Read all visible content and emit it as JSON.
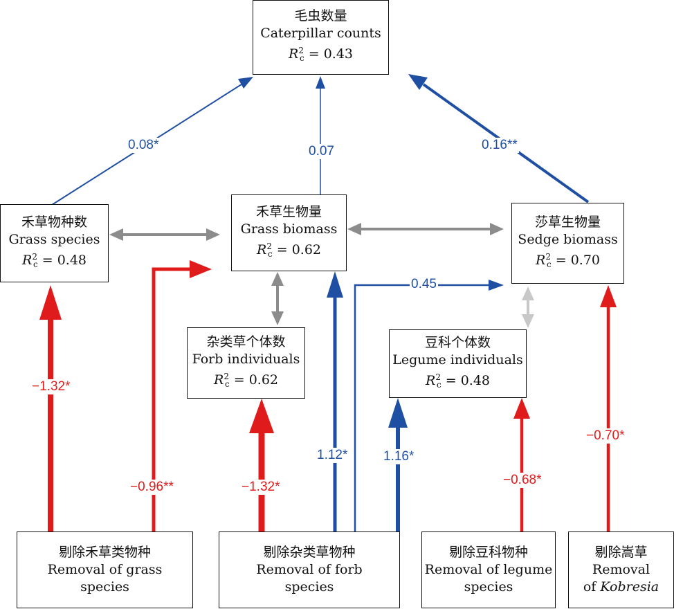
{
  "nodes": {
    "caterpillar": {
      "zh": "毛虫数量",
      "en": "Caterpillar counts",
      "r2": "0.43"
    },
    "grass_species": {
      "zh": "禾草物种数",
      "en": "Grass species",
      "r2": "0.48"
    },
    "grass_biomass": {
      "zh": "禾草生物量",
      "en": "Grass biomass",
      "r2": "0.62"
    },
    "sedge_biomass": {
      "zh": "莎草生物量",
      "en": "Sedge biomass",
      "r2": "0.70"
    },
    "forb_individuals": {
      "zh": "杂类草个体数",
      "en": "Forb individuals",
      "r2": "0.62"
    },
    "legume_individuals": {
      "zh": "豆科个体数",
      "en": "Legume individuals",
      "r2": "0.48"
    },
    "remove_grass": {
      "zh": "剔除禾草类物种",
      "en1": "Removal of grass",
      "en2": "species"
    },
    "remove_forb": {
      "zh": "剔除杂类草物种",
      "en1": "Removal of forb",
      "en2": "species"
    },
    "remove_legume": {
      "zh": "剔除豆科物种",
      "en1": "Removal of legume",
      "en2": "species"
    },
    "remove_kobresia": {
      "zh": "剔除嵩草",
      "en1": "Removal",
      "en2_prefix": "of ",
      "en2_italic": "Kobresia"
    }
  },
  "r2_symbol": "R",
  "r2_sub": "c",
  "r2_sup": "2",
  "r2_eq": " = ",
  "paths": {
    "grass_species_to_caterpillar": "0.08*",
    "grass_biomass_to_caterpillar": "0.07",
    "sedge_biomass_to_caterpillar": "0.16**",
    "remove_grass_to_grass_species": "−1.32*",
    "remove_grass_to_grass_biomass": "−0.96**",
    "remove_forb_to_forb_individuals": "−1.32*",
    "remove_forb_to_grass_biomass": "1.12*",
    "remove_forb_to_legume_individuals": "1.16*",
    "remove_forb_to_sedge_biomass": "0.45",
    "remove_legume_to_legume_individuals": "−0.68*",
    "remove_kobresia_to_sedge_biomass": "−0.70*"
  },
  "colors": {
    "positive": "#1f4fa3",
    "negative": "#e01b1b",
    "correlation": "#8c8c8c",
    "weak_correlation": "#c8c8c8"
  }
}
